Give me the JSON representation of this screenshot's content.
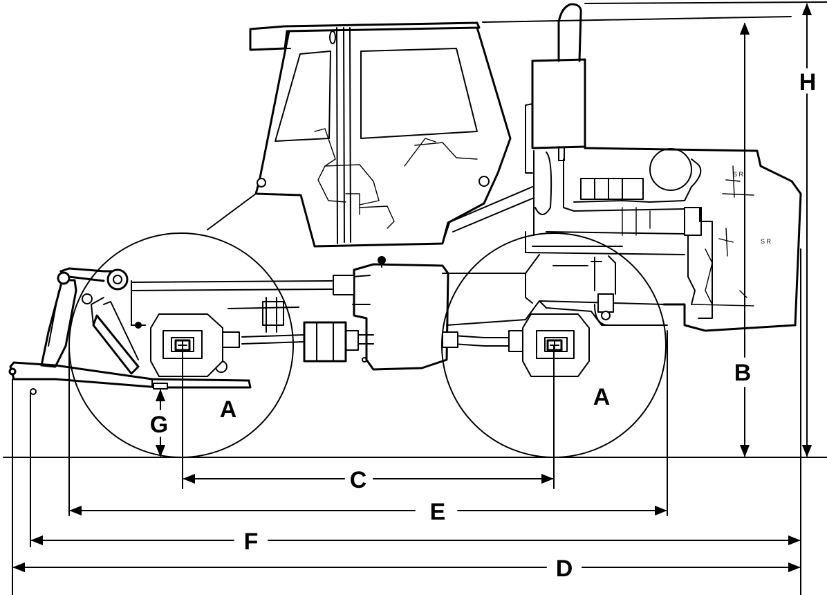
{
  "labels": {
    "wheel_front": "A",
    "wheel_rear": "A",
    "height_to_hood": "B",
    "wheelbase": "C",
    "overall_length": "D",
    "width_across_tires": "E",
    "hitch_to_rear": "F",
    "ground_clearance": "G",
    "overall_height": "H"
  }
}
